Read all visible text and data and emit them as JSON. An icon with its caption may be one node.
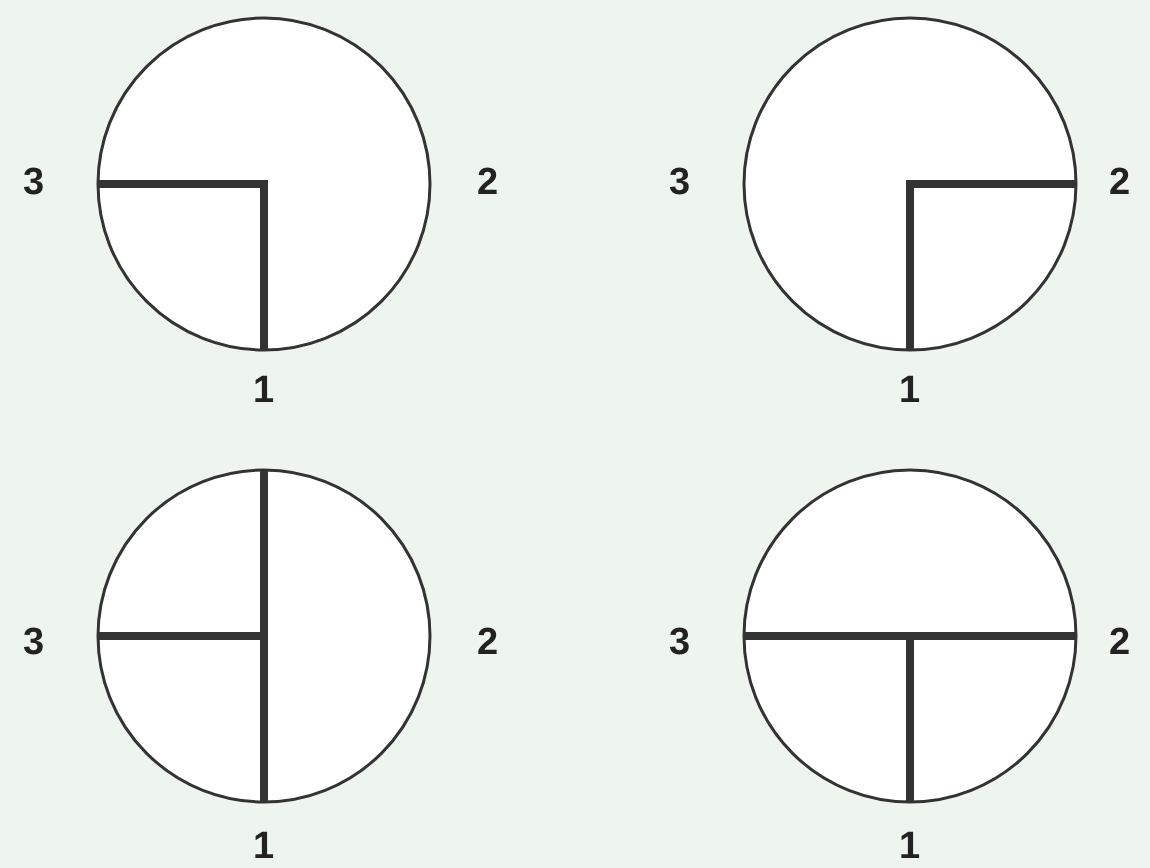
{
  "diagram": {
    "nodes": [
      {
        "text": [],
        "shape": "circle",
        "beside": [
          "3",
          "2",
          "1"
        ]
      },
      {
        "text": [],
        "shape": "circle",
        "beside": [
          "3",
          "2",
          "1"
        ]
      },
      {
        "text": [],
        "shape": "circle",
        "beside": [
          "3",
          "2",
          "1"
        ]
      },
      {
        "text": [],
        "shape": "circle",
        "beside": [
          "3",
          "2",
          "1"
        ]
      }
    ]
  }
}
